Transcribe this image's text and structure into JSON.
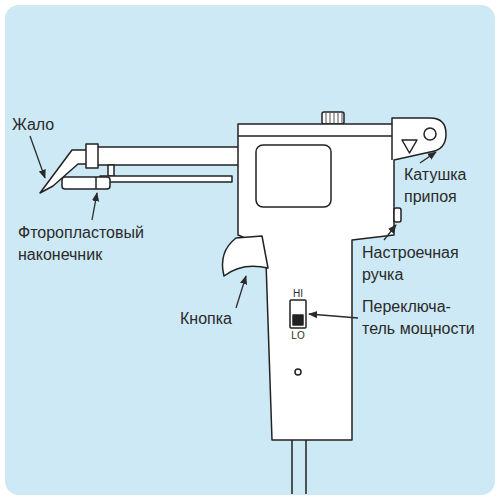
{
  "diagram": {
    "labels": [
      "Жало",
      "Фторопластовый наконечник",
      "Кнопка",
      "Катушка припоя",
      "Настроечная ручка",
      "Переключа- тель мощности",
      "HI",
      "LO"
    ]
  }
}
